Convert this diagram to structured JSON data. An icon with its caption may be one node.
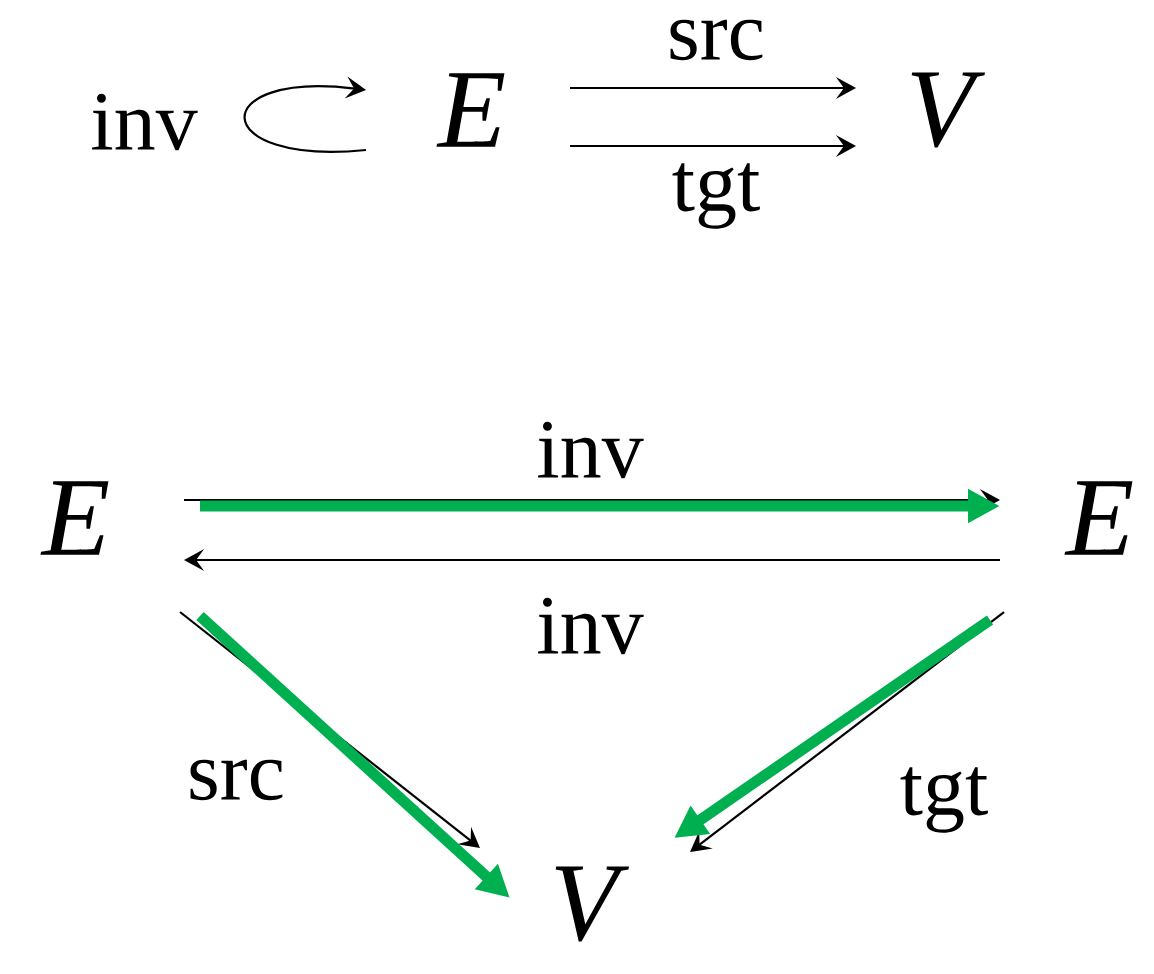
{
  "diagram": {
    "nodes": [
      {
        "text": [
          "E"
        ]
      },
      {
        "text": [
          "V"
        ]
      },
      {
        "text": [
          "E"
        ]
      },
      {
        "text": [
          "E"
        ]
      },
      {
        "text": [
          "V"
        ]
      }
    ],
    "edges": [
      {
        "from": 0,
        "to": 0,
        "arrow": "to",
        "label": "inv"
      },
      {
        "from": 0,
        "to": 1,
        "arrow": "to",
        "label": "src"
      },
      {
        "from": 0,
        "to": 1,
        "arrow": "to",
        "label": "tgt"
      },
      {
        "from": 2,
        "to": 3,
        "arrow": "to",
        "label": "inv"
      },
      {
        "from": 3,
        "to": 2,
        "arrow": "to",
        "label": "inv"
      },
      {
        "from": 2,
        "to": 4,
        "arrow": "to",
        "label": "src"
      },
      {
        "from": 3,
        "to": 4,
        "arrow": "to",
        "label": "tgt"
      },
      {
        "from": 2,
        "to": 3,
        "arrow": "to",
        "style": "thick",
        "color": "#00b050"
      },
      {
        "from": 2,
        "to": 4,
        "arrow": "to",
        "style": "thick",
        "color": "#00b050"
      },
      {
        "from": 3,
        "to": 4,
        "arrow": "to",
        "style": "thick",
        "color": "#00b050"
      }
    ]
  }
}
